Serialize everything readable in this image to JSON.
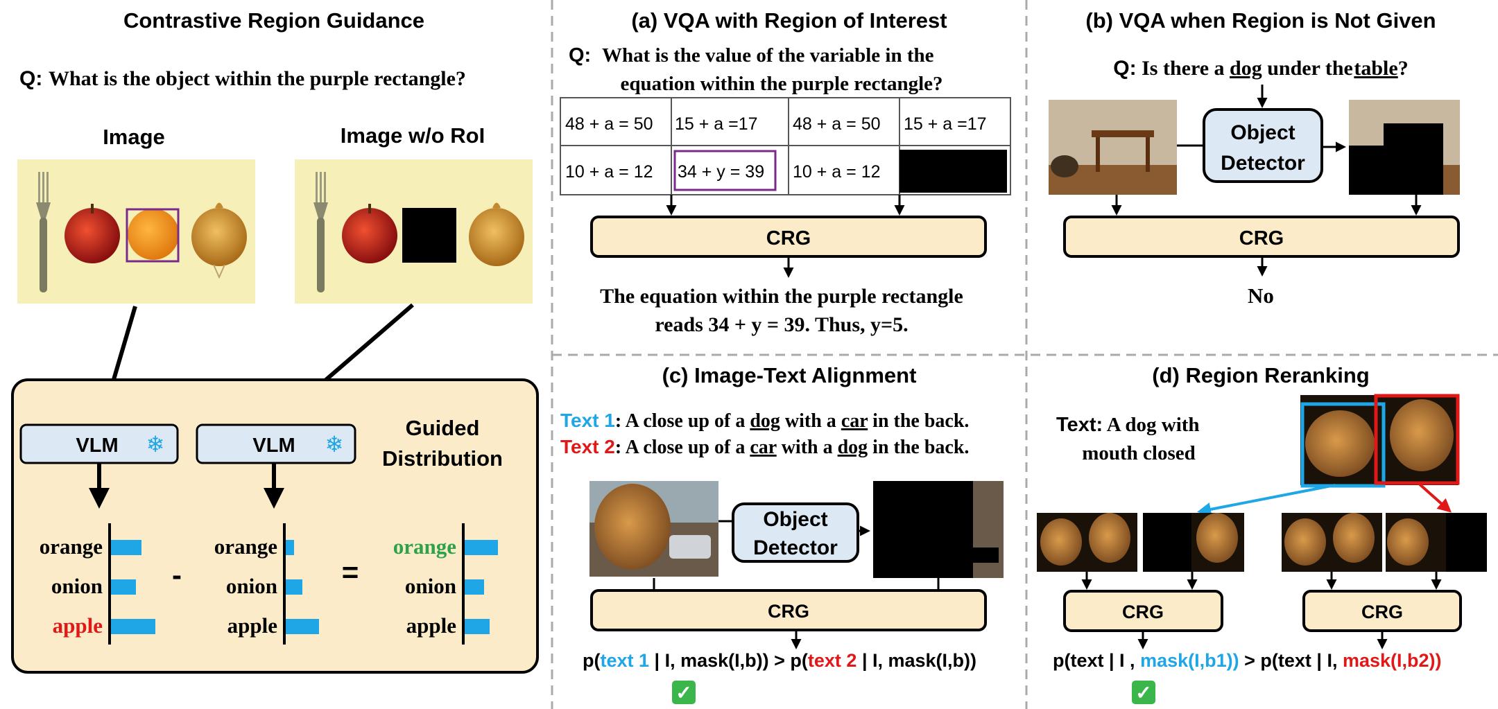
{
  "colors": {
    "panel_fill": "#fcebc8",
    "vlm_fill": "#dde8f5",
    "bar": "#1ea6e6",
    "red": "#e01818",
    "green": "#2ca24a",
    "cyan": "#1ea6e6",
    "purple": "#7a2a8a",
    "check": "#3ab64a"
  },
  "left": {
    "title": "Contrastive Region Guidance",
    "question_q": "Q:",
    "question": "What is the object within the purple rectangle?",
    "image_label": "Image",
    "image_wo_label": "Image w/o RoI",
    "vlm_label": "VLM",
    "vlm_icon": "snowflake-icon",
    "guided_line1": "Guided",
    "guided_line2": "Distribution",
    "minus": "-",
    "equals": "=",
    "dist1": [
      {
        "label": "orange",
        "value": 0.55,
        "color": "black"
      },
      {
        "label": "onion",
        "value": 0.45,
        "color": "black"
      },
      {
        "label": "apple",
        "value": 0.8,
        "color": "red"
      }
    ],
    "dist2": [
      {
        "label": "orange",
        "value": 0.15,
        "color": "black"
      },
      {
        "label": "onion",
        "value": 0.3,
        "color": "black"
      },
      {
        "label": "apple",
        "value": 0.6,
        "color": "black"
      }
    ],
    "dist3": [
      {
        "label": "orange",
        "value": 0.6,
        "color": "green"
      },
      {
        "label": "onion",
        "value": 0.35,
        "color": "black"
      },
      {
        "label": "apple",
        "value": 0.45,
        "color": "black"
      }
    ]
  },
  "panel_a": {
    "title": "(a) VQA with Region of Interest",
    "q_label": "Q:",
    "question_line1": "What is the value of the variable in the",
    "question_line2": "equation within the purple rectangle?",
    "equations": [
      "48 + a = 50",
      "15 + a =17",
      "10 + a = 12",
      "34 + y = 39"
    ],
    "crg": "CRG",
    "answer_line1": "The equation within the purple rectangle",
    "answer_line2": "reads 34 + y = 39. Thus, y=5."
  },
  "panel_b": {
    "title": "(b) VQA when Region is Not Given",
    "q_label": "Q:",
    "q_pre": "Is there a",
    "q_word1": "dog",
    "q_mid": "under the",
    "q_word2": "table",
    "q_end": "?",
    "detector_line1": "Object",
    "detector_line2": "Detector",
    "crg": "CRG",
    "answer": "No"
  },
  "panel_c": {
    "title": "(c) Image-Text Alignment",
    "text1_label": "Text 1",
    "text1_a": ": A close up of a",
    "text1_w1": "dog",
    "text1_b": "with a",
    "text1_w2": "car",
    "text1_c": "in the back.",
    "text2_label": "Text 2",
    "text2_a": ": A close up of a",
    "text2_w1": "car",
    "text2_b": "with a",
    "text2_w2": "dog",
    "text2_c": "in the back.",
    "detector_line1": "Object",
    "detector_line2": "Detector",
    "crg": "CRG",
    "formula_p1": "p(",
    "formula_t1": "text 1",
    "formula_rest1": " | I, mask(I,b))",
    "formula_gt": " > p(",
    "formula_t2": "text 2",
    "formula_rest2": " | I, mask(I,b))",
    "check": "✓"
  },
  "panel_d": {
    "title": "(d) Region Reranking",
    "text_label": "Text:",
    "text_line1": "A dog with",
    "text_line2": "mouth closed",
    "crg": "CRG",
    "formula_a": "p(text | I ,",
    "formula_m1": "mask(I,b1))",
    "formula_b": " > p(text | I,",
    "formula_m2": "mask(I,b2))",
    "check": "✓"
  }
}
